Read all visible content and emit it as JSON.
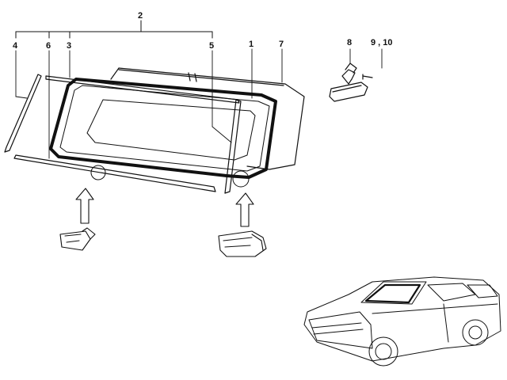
{
  "diagram": {
    "callouts": [
      {
        "id": "c2",
        "text": "2"
      },
      {
        "id": "c4",
        "text": "4"
      },
      {
        "id": "c6",
        "text": "6"
      },
      {
        "id": "c3",
        "text": "3"
      },
      {
        "id": "c5",
        "text": "5"
      },
      {
        "id": "c1",
        "text": "1"
      },
      {
        "id": "c7",
        "text": "7"
      },
      {
        "id": "c8",
        "text": "8"
      },
      {
        "id": "c910",
        "text": "9 , 10"
      }
    ],
    "colors": {
      "line": "#111111",
      "background": "#ffffff"
    }
  }
}
